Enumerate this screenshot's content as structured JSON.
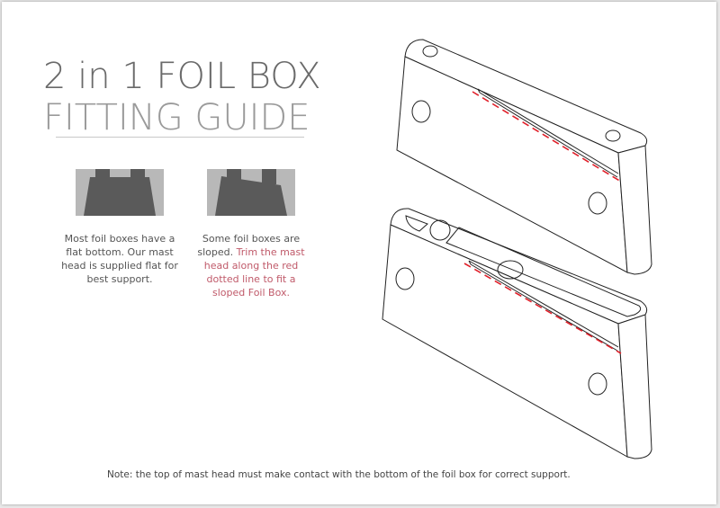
{
  "title": {
    "line1": "2 in 1 FOIL BOX",
    "line2": "FITTING GUIDE"
  },
  "captions": {
    "flat": "Most foil boxes have a flat bottom. Our mast head is supplied flat for best support.",
    "sloped_plain": "Some foil boxes are sloped. ",
    "sloped_red": "Trim the mast head along the red dotted line to fit a sloped Foil Box."
  },
  "note": "Note: the top of mast head must make contact with the bottom of the foil box for correct support.",
  "colors": {
    "accent": "#c05a6a",
    "trim_line": "#e0202a",
    "figure_dark": "#5a5a5a",
    "figure_light": "#b8b8b8"
  }
}
